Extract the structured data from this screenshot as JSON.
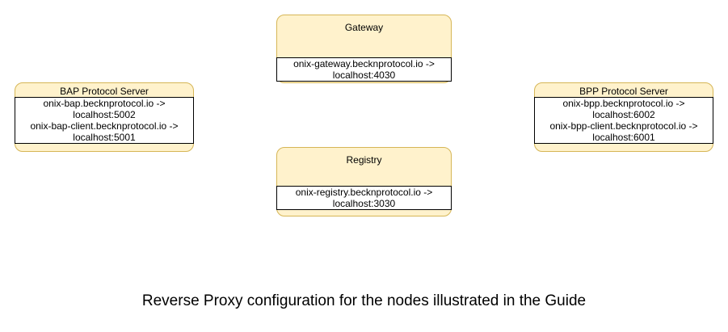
{
  "diagram": {
    "caption": "Reverse Proxy configuration for the nodes illustrated in the Guide",
    "colors": {
      "background": "#FFFFFF",
      "node_fill": "#FFF2CC",
      "node_border": "#D6B656",
      "mapping_bg": "#FFFFFF",
      "mapping_border": "#000000",
      "text": "#000000"
    },
    "nodes": [
      {
        "id": "gateway",
        "title": "Gateway",
        "lines": [
          "onix-gateway.becknprotocol.io ->",
          "localhost:4030"
        ]
      },
      {
        "id": "bap-protocol-server",
        "title": "BAP Protocol Server",
        "lines": [
          "onix-bap.becknprotocol.io ->",
          "localhost:5002",
          "onix-bap-client.becknprotocol.io ->",
          "localhost:5001"
        ]
      },
      {
        "id": "bpp-protocol-server",
        "title": "BPP Protocol Server",
        "lines": [
          "onix-bpp.becknprotocol.io ->",
          "localhost:6002",
          "onix-bpp-client.becknprotocol.io ->",
          "localhost:6001"
        ]
      },
      {
        "id": "registry",
        "title": "Registry",
        "lines": [
          "onix-registry.becknprotocol.io ->",
          "localhost:3030"
        ]
      }
    ]
  }
}
